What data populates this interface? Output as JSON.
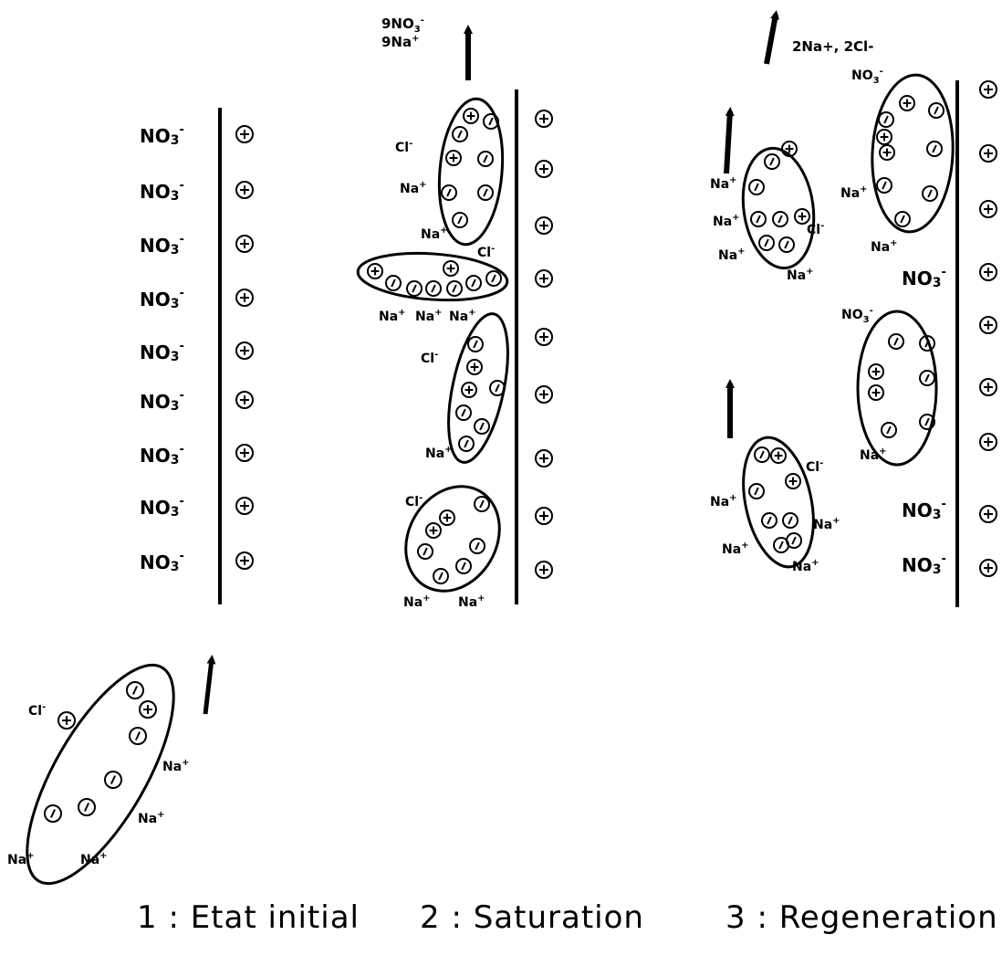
{
  "captions": {
    "stage1": "1 : Etat initial",
    "stage2": "2 : Saturation",
    "stage3": "3 : Regeneration"
  },
  "labels": {
    "nitrate": "NO3-",
    "chloride": "Cl-",
    "sodium": "Na+",
    "released_stage2_line1": "9NO3-",
    "released_stage2_line2": "9Na+",
    "released_stage3": "2Na+, 2Cl-"
  },
  "symbols": {
    "positive": "+",
    "negative": "-"
  },
  "colors": {
    "ink": "#000000",
    "background": "#ffffff"
  }
}
